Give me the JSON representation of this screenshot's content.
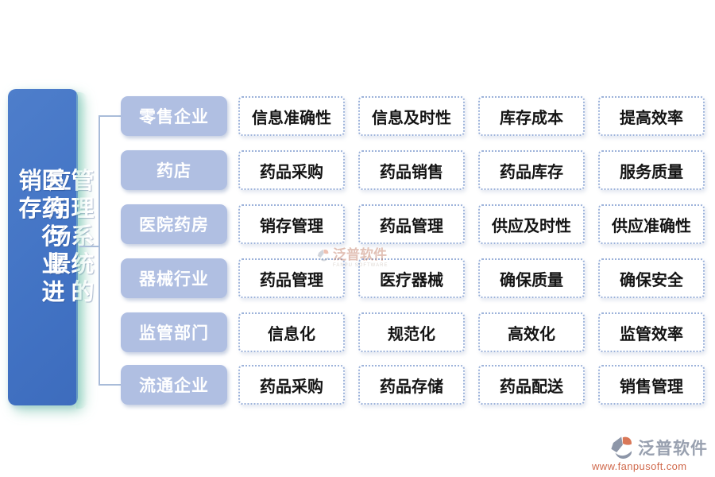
{
  "banner": {
    "title": "医药行业进销存管理系统的应用场景",
    "column_left": "医药行业进销存",
    "column_right": "管理系统的应用场景",
    "bg_color": "#4574c6",
    "text_color": "#ffffff"
  },
  "rows": [
    {
      "label": "零售企业",
      "items": [
        "信息准确性",
        "信息及时性",
        "库存成本",
        "提高效率"
      ]
    },
    {
      "label": "药店",
      "items": [
        "药品采购",
        "药品销售",
        "药品库存",
        "服务质量"
      ]
    },
    {
      "label": "医院药房",
      "items": [
        "销存管理",
        "药品管理",
        "供应及时性",
        "供应准确性"
      ]
    },
    {
      "label": "器械行业",
      "items": [
        "药品管理",
        "医疗器械",
        "确保质量",
        "确保安全"
      ]
    },
    {
      "label": "监管部门",
      "items": [
        "信息化",
        "规范化",
        "高效化",
        "监管效率"
      ]
    },
    {
      "label": "流通企业",
      "items": [
        "药品采购",
        "药品存储",
        "药品配送",
        "销售管理"
      ]
    }
  ],
  "watermark": {
    "name": "泛普软件",
    "subtext": "FANPU SOFTWARE"
  },
  "logo": {
    "name": "泛普软件",
    "url": "www.fanpusoft.com"
  },
  "colors": {
    "banner_blue": "#4574c6",
    "label_bg": "#b0bfe2",
    "box_border": "#9cb2da",
    "connector": "#a9bcd9",
    "logo_gray": "#98a0af",
    "logo_orange": "#d0694c"
  }
}
